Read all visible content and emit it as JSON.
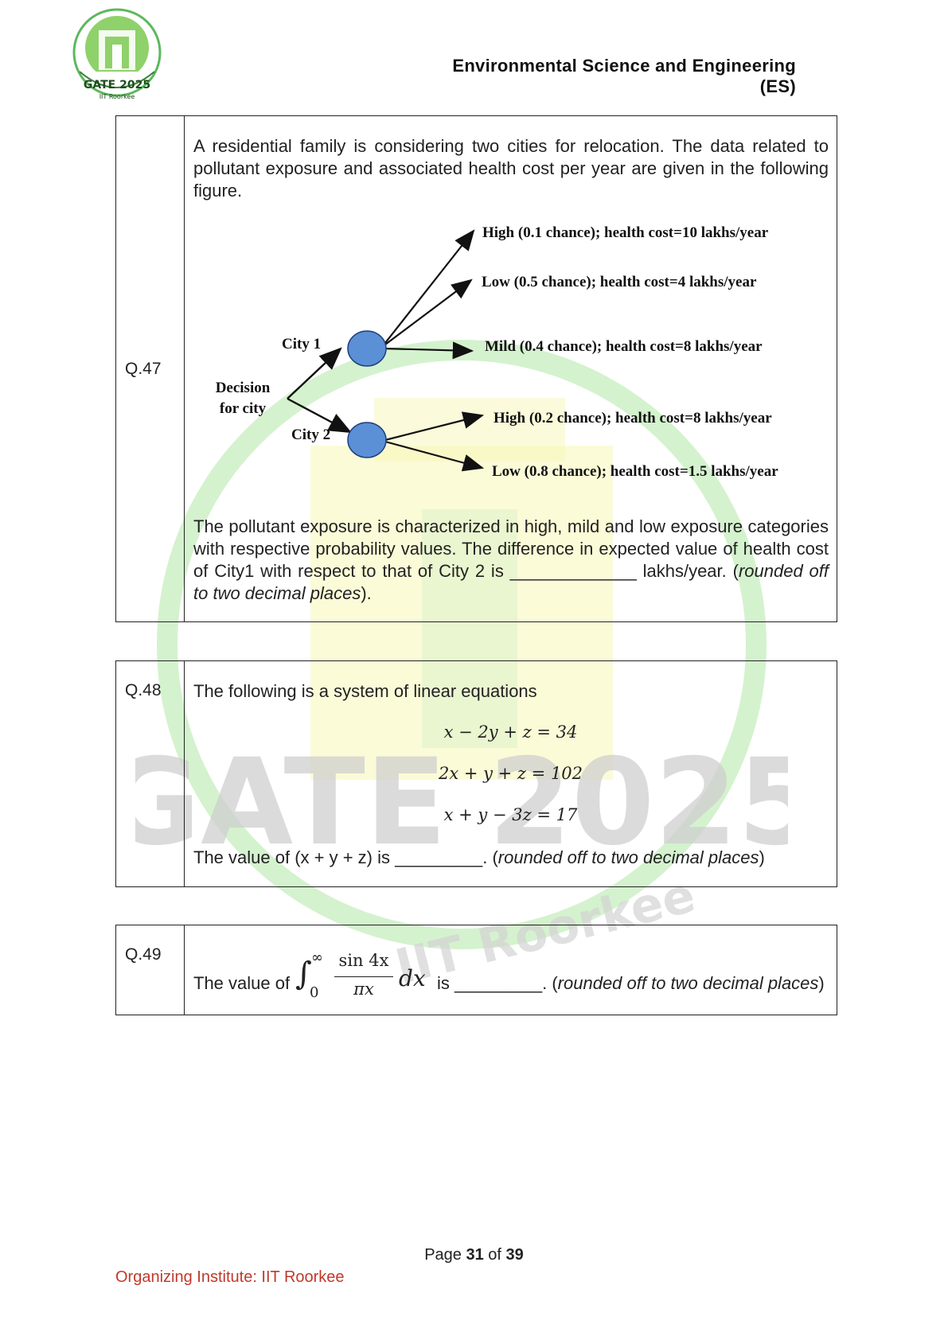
{
  "logo": {
    "text_main": "GATE 2025",
    "text_sub": "IIT Roorkee"
  },
  "header": {
    "title": "Environmental Science and Engineering (ES)"
  },
  "q47": {
    "number": "Q.47",
    "intro": "A residential family is considering two cities for relocation. The data related to pollutant exposure and associated health cost per year are given in the following figure.",
    "diagram": {
      "decision_line1": "Decision",
      "decision_line2": "for city",
      "city1": "City 1",
      "city2": "City 2",
      "c1_high": "High (0.1 chance); health cost=10 lakhs/year",
      "c1_low": "Low (0.5 chance); health cost=4 lakhs/year",
      "c1_mild": "Mild (0.4 chance); health cost=8 lakhs/year",
      "c2_high": "High (0.2 chance); health cost=8 lakhs/year",
      "c2_low": "Low (0.8 chance); health cost=1.5 lakhs/year",
      "node_color": "#5b8fd6"
    },
    "question_a": "The pollutant exposure is characterized in high, mild and low exposure categories with respective probability values. The difference in expected value of health cost of City1 with respect to that of City 2 is _____________ lakhs/year. (",
    "question_italic": "rounded off to two decimal places",
    "question_b": ")."
  },
  "q48": {
    "number": "Q.48",
    "intro": "The following is a system of linear equations",
    "eq1": "x − 2y + z = 34",
    "eq2": "2x + y + z = 102",
    "eq3": "x + y − 3z = 17",
    "question_a": "The value of (x + y + z) is _________. (",
    "question_italic": "rounded off to two decimal places",
    "question_b": ")"
  },
  "q49": {
    "number": "Q.49",
    "prefix": "The value of",
    "integral_upper": "∞",
    "integral_lower": "0",
    "numerator": "sin 4x",
    "denominator": "πx",
    "differential": "dx",
    "suffix_a": "is _________. (",
    "suffix_italic": "rounded off to two decimal places",
    "suffix_b": ")"
  },
  "footer": {
    "page_label": "Page",
    "page_current": "31",
    "page_of": "of",
    "page_total": "39",
    "organizer": "Organizing Institute: IIT Roorkee"
  },
  "colors": {
    "organizer_text": "#c0392b",
    "watermark_green": "#b8e6b0",
    "watermark_yellow": "#f6f7a8"
  }
}
